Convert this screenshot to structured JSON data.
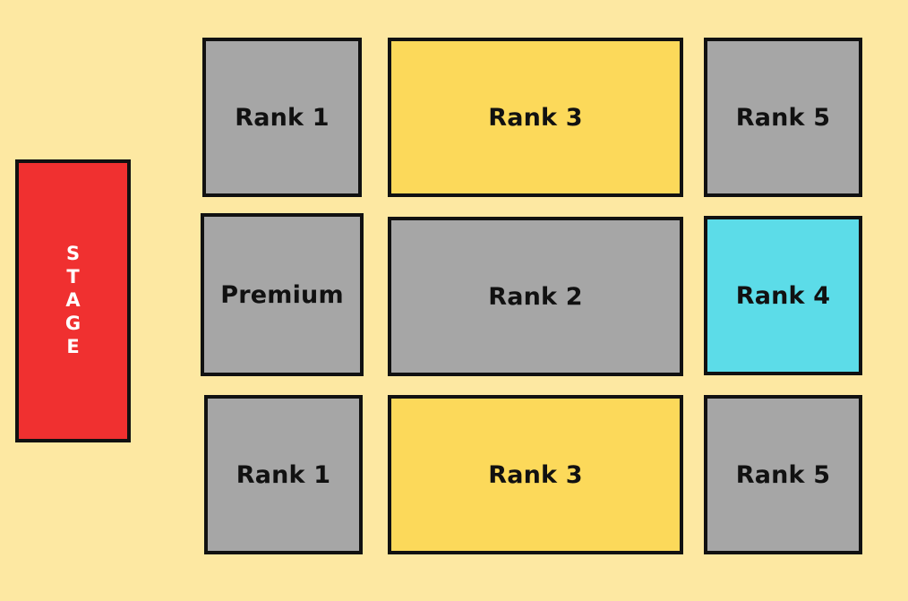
{
  "background_color": "#FDE8A2",
  "stage": {
    "label": "STAGE",
    "color": "#F03030"
  },
  "sections": [
    {
      "label": "Rank 1",
      "color": "#A6A6A6"
    },
    {
      "label": "Rank 3",
      "color": "#FCD95A"
    },
    {
      "label": "Rank 5",
      "color": "#A6A6A6"
    },
    {
      "label": "Premium",
      "color": "#A6A6A6"
    },
    {
      "label": "Rank 2",
      "color": "#A6A6A6"
    },
    {
      "label": "Rank 4",
      "color": "#5CDCE8"
    },
    {
      "label": "Rank 1",
      "color": "#A6A6A6"
    },
    {
      "label": "Rank 3",
      "color": "#FCD95A"
    },
    {
      "label": "Rank 5",
      "color": "#A6A6A6"
    }
  ]
}
